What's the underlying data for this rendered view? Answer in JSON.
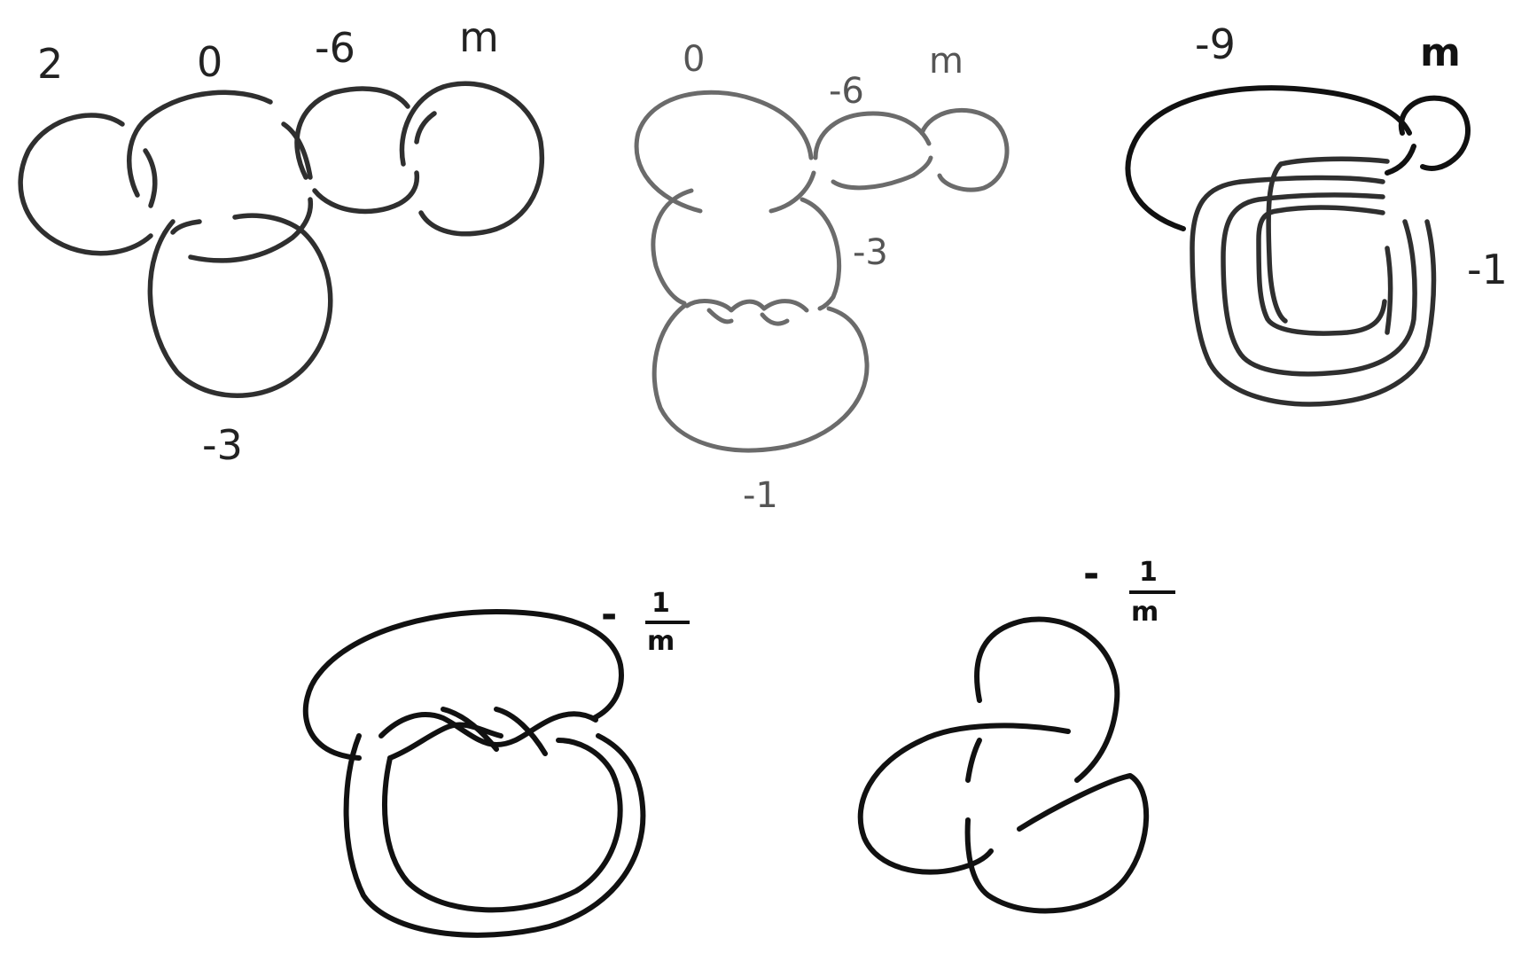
{
  "diagrams": [
    {
      "labels": [
        "2",
        "0",
        "-6",
        "m",
        "-3"
      ]
    },
    {
      "labels": [
        "0",
        "-6",
        "m",
        "-3",
        "-1"
      ]
    },
    {
      "labels": [
        "-9",
        "m",
        "-1"
      ]
    },
    {
      "labels": {
        "minus": "-",
        "numerator": "1",
        "denominator": "m"
      }
    },
    {
      "labels": {
        "minus": "-",
        "numerator": "1",
        "denominator": "m"
      }
    }
  ]
}
